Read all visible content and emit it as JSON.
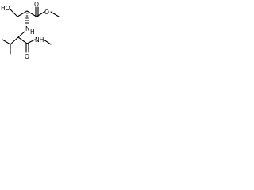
{
  "molecule": {
    "atom_labels": {
      "hydroxyl": "HO",
      "carbonyl_o_top": "O",
      "ester_o": "O",
      "amine_nh": "N",
      "amine_h": "H",
      "amide_o": "O",
      "amide_nh": "NH"
    },
    "colors": {
      "ink": "#000000",
      "background": "#ffffff"
    }
  }
}
